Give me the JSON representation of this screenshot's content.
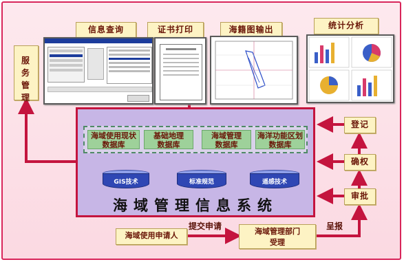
{
  "top_tabs": [
    {
      "label": "信息查询"
    },
    {
      "label": "证书打印"
    },
    {
      "label": "海籍图输出"
    },
    {
      "label": "统计分析"
    }
  ],
  "service_label": "服务管理",
  "databases": [
    {
      "line1": "海域使用现状",
      "line2": "数据库"
    },
    {
      "line1": "基础地理",
      "line2": "数据库"
    },
    {
      "line1": "海域管理",
      "line2": "数据库"
    },
    {
      "line1": "海洋功能区划",
      "line2": "数据库"
    }
  ],
  "cylinders": [
    {
      "label": "GIS技术"
    },
    {
      "label": "标准规范"
    },
    {
      "label": "遥感技术"
    }
  ],
  "system_title": "海域管理信息系统",
  "side_steps": [
    {
      "label": "登记"
    },
    {
      "label": "确权"
    },
    {
      "label": "审批"
    }
  ],
  "bottom_flow": {
    "applicant": "海域使用申请人",
    "submit": "提交申请",
    "dept_line1": "海域管理部门",
    "dept_line2": "受理",
    "report": "呈报"
  },
  "colors": {
    "frame_border": "#d8255a",
    "arrow": "#c4143e",
    "panel": "#c7b6e6",
    "database": "#9ed19a",
    "cylinder": "#2f47b4",
    "label_box": "#fdf3c4"
  }
}
